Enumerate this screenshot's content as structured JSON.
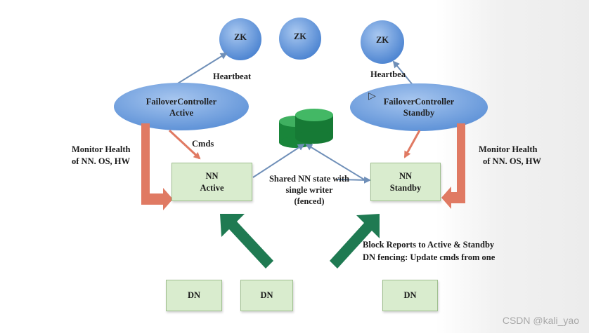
{
  "zk_nodes": [
    "ZK",
    "ZK",
    "ZK"
  ],
  "heartbeat_left": "Heartbeat",
  "heartbeat_right": "Heartbea",
  "fc_active": {
    "line1": "FailoverController",
    "line2": "Active"
  },
  "fc_standby": {
    "line1": "FailoverController",
    "line2": "Standby"
  },
  "cmds": "Cmds",
  "monitor_left": {
    "line1": "Monitor Health",
    "line2": "of NN. OS, HW"
  },
  "monitor_right": {
    "line1": "Monitor Health",
    "line2": "of NN. OS, HW"
  },
  "nn_active": {
    "line1": "NN",
    "line2": "Active"
  },
  "nn_standby": {
    "line1": "NN",
    "line2": "Standby"
  },
  "shared_state": {
    "line1": "Shared NN state with",
    "line2": "single writer",
    "line3": "(fenced)"
  },
  "block_reports": {
    "line1": "Block Reports to Active & Standby",
    "line2": "DN fencing: Update cmds from one"
  },
  "dn_nodes": [
    "DN",
    "DN",
    "DN"
  ],
  "watermark": "CSDN @kali_yao",
  "colors": {
    "ellipse": "#5b8fd6",
    "box_fill": "#d9ecce",
    "red_arrow": "#e07a63",
    "green_arrow": "#1f7a52",
    "blue_arrow": "#6f8fb8",
    "storage": "#1a8a3a"
  }
}
